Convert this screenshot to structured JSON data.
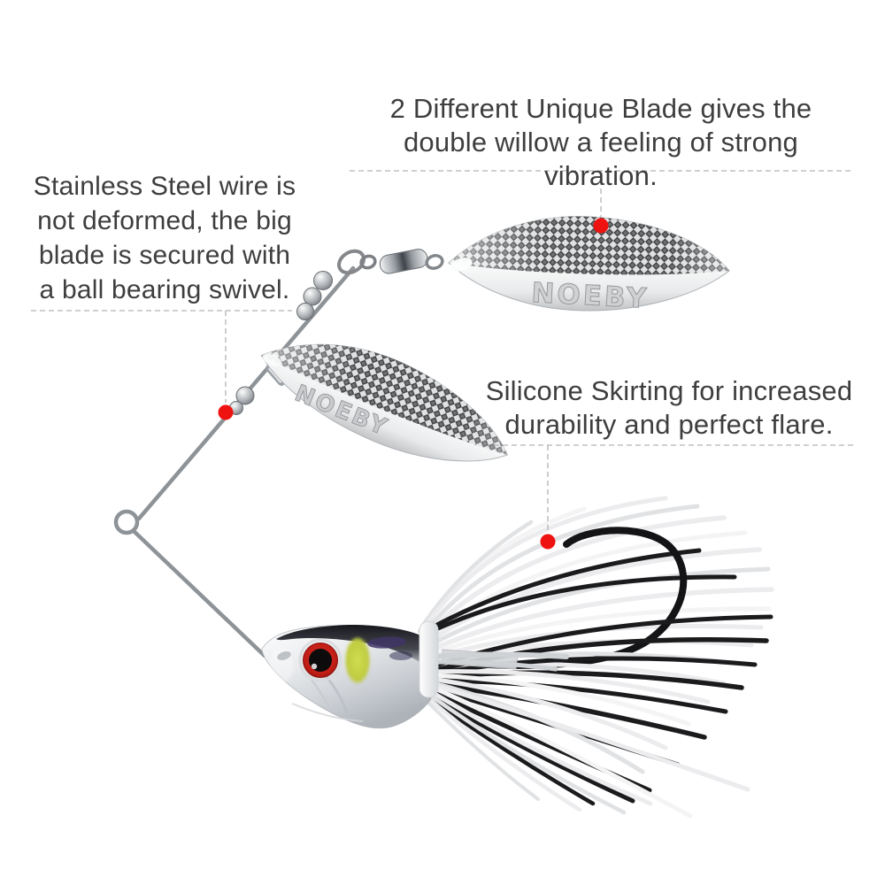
{
  "page": {
    "background": "#ffffff",
    "description_tag": "spinnerbait-product-annotation"
  },
  "annotations": {
    "blades": {
      "text": "2 Different Unique Blade gives the\ndouble willow a feeling of strong vibration."
    },
    "wire": {
      "text": "Stainless Steel wire is\nnot deformed, the big\nblade is secured with\na ball bearing swivel."
    },
    "skirt": {
      "text": "Silicone Skirting for increased\ndurability and perfect flare."
    }
  },
  "lure": {
    "brand_upper_blade": "NOEBY",
    "brand_lower_blade": "NOEBY"
  },
  "colors": {
    "text": "#3e3e3e",
    "leader_line": "#b3b3b3",
    "callout_dot": "#ee1211",
    "skirt_white": "#ececee",
    "skirt_black": "#1b1b1d",
    "eye_red": "#c6241b",
    "eye_pupil": "#0d0b0c",
    "head_accent_chartreuse": "#c6d23e",
    "head_accent_purple": "#3f3566",
    "blade_silver": "#d6d8da"
  }
}
